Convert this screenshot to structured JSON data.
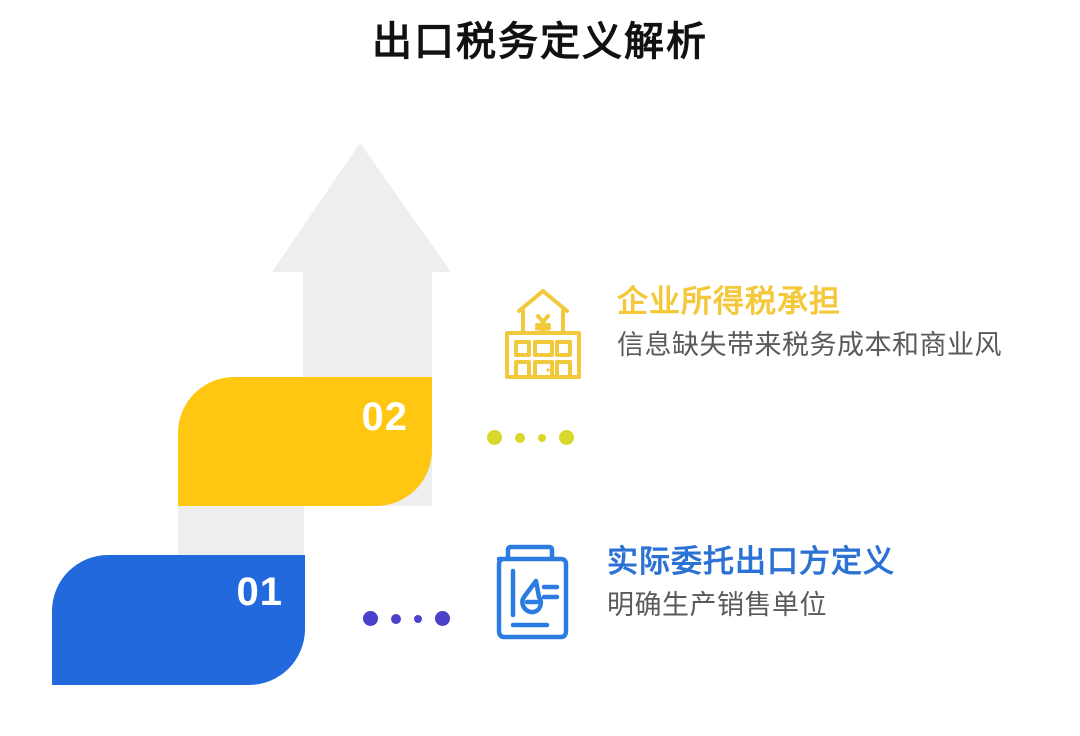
{
  "page": {
    "title": "出口税务定义解析",
    "background_color": "#FFFFFF"
  },
  "colors": {
    "yellow_block": "#FFC711",
    "blue_block": "#2169DD",
    "arrow_gray": "#EEEEEE",
    "yellow_heading": "#F5C73A",
    "blue_heading": "#2C72D4",
    "subtext_gray": "#5A5A5A",
    "dots_yellow": "#D8D82A",
    "dots_purple": "#4B42CB",
    "number_text": "#FFFFFF"
  },
  "arrow": {
    "name": "upward-growth-arrow",
    "direction": "up",
    "color": "#EEEEEE"
  },
  "steps": [
    {
      "number": "02",
      "color": "#FFC711",
      "icon": "bank-building-icon",
      "heading": "企业所得税承担",
      "subtext": "信息缺失带来税务成本和商业风",
      "heading_color": "#F5C73A",
      "dots_color": "#D8D82A"
    },
    {
      "number": "01",
      "color": "#2169DD",
      "icon": "document-drop-icon",
      "heading": "实际委托出口方定义",
      "subtext": "明确生产销售单位",
      "heading_color": "#2C72D4",
      "dots_color": "#4B42CB"
    }
  ]
}
